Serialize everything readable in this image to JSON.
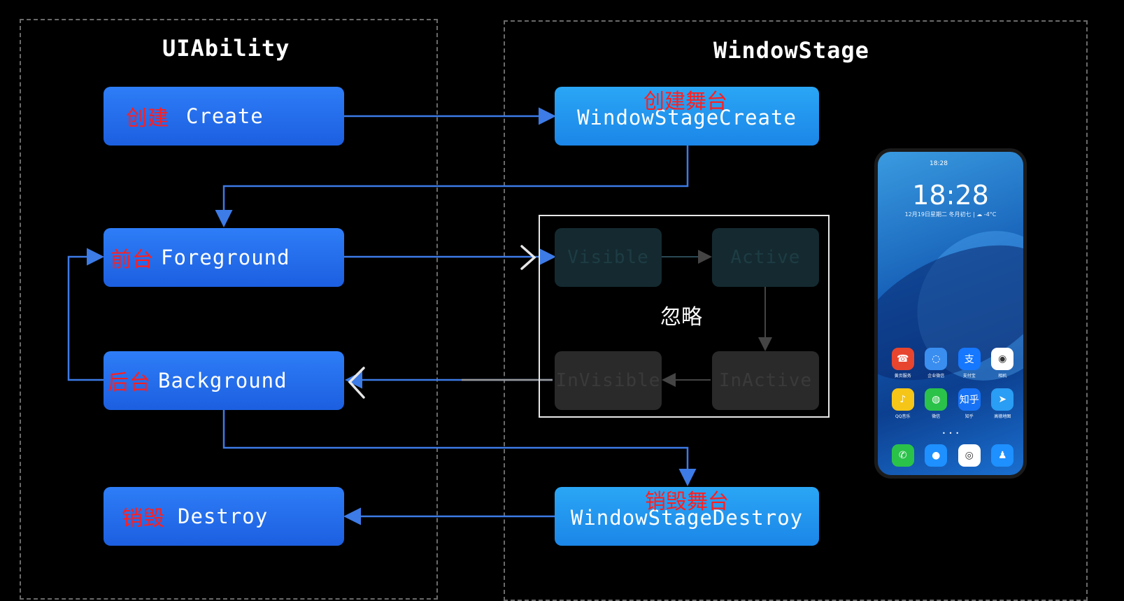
{
  "panels": {
    "left_title": "UIAbility",
    "right_title": "WindowStage"
  },
  "nodes": {
    "create": {
      "zh": "创建",
      "en": "Create"
    },
    "foreground": {
      "zh": "前台",
      "en": "Foreground"
    },
    "background": {
      "zh": "后台",
      "en": "Background"
    },
    "destroy": {
      "zh": "销毁",
      "en": "Destroy"
    },
    "ws_create": {
      "zh": "创建舞台",
      "en": "WindowStageCreate"
    },
    "ws_destroy": {
      "zh": "销毁舞台",
      "en": "WindowStageDestroy"
    },
    "visible": "Visible",
    "active": "Active",
    "inactive": "InActive",
    "invisible": "InVisible"
  },
  "ignore_label": "忽略",
  "colors": {
    "node_blue": "#2e7df7",
    "node_cyan": "#2aa6f5",
    "arrow": "#3d7be6",
    "annotation_red": "#ff1f1f"
  },
  "phone": {
    "status_time": "18:28",
    "clock": "18:28",
    "date": "12月19日星期二 冬月初七 | ☁ -4°C",
    "apps_row1": [
      {
        "name": "黄页服务",
        "icon": "red-app-icon",
        "glyph": "☎",
        "color": "#e8452f"
      },
      {
        "name": "企业微信",
        "icon": "chat-bubble-icon",
        "glyph": "◌",
        "color": "#3a8ef0"
      },
      {
        "name": "支付宝",
        "icon": "alipay-icon",
        "glyph": "支",
        "color": "#1677ff"
      },
      {
        "name": "相机",
        "icon": "camera-icon",
        "glyph": "◉",
        "color": "#ffffff"
      }
    ],
    "apps_row2": [
      {
        "name": "QQ音乐",
        "icon": "music-icon",
        "glyph": "♪",
        "color": "#f5c518"
      },
      {
        "name": "微信",
        "icon": "wechat-icon",
        "glyph": "◍",
        "color": "#2bc24a"
      },
      {
        "name": "知乎",
        "icon": "zhihu-icon",
        "glyph": "知乎",
        "color": "#1772f6"
      },
      {
        "name": "高德地图",
        "icon": "navigation-icon",
        "glyph": "➤",
        "color": "#2a9df4"
      }
    ],
    "dock": [
      {
        "icon": "phone-icon",
        "glyph": "✆",
        "color": "#2bc24a"
      },
      {
        "icon": "message-icon",
        "glyph": "●",
        "color": "#1e90ff"
      },
      {
        "icon": "browser-icon",
        "glyph": "◎",
        "color": "#ffffff"
      },
      {
        "icon": "contacts-icon",
        "glyph": "♟",
        "color": "#1e90ff"
      }
    ],
    "page_dots": "• • •"
  }
}
